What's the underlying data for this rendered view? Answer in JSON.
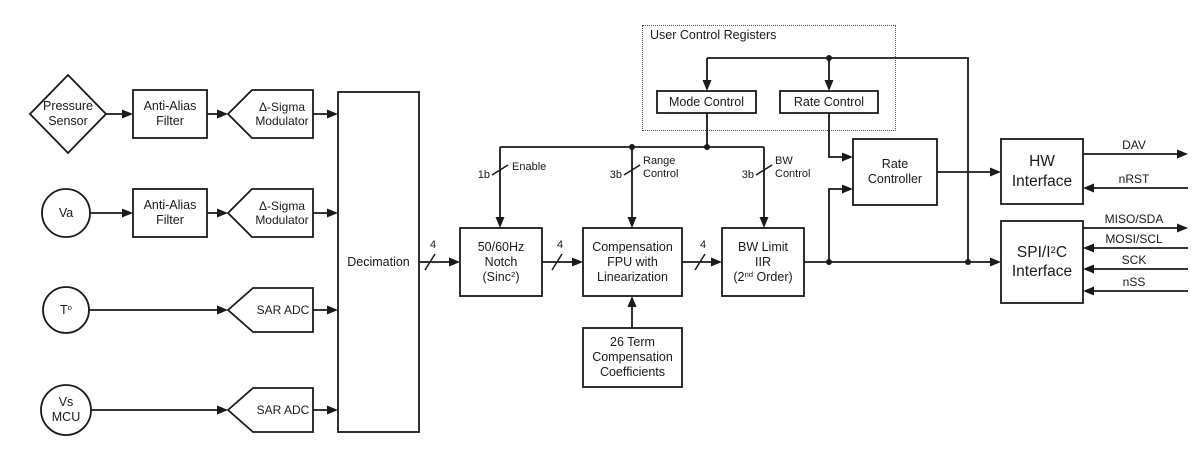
{
  "sources": {
    "pressure_l1": "Pressure",
    "pressure_l2": "Sensor",
    "va": "Va",
    "t_main": "T",
    "t_sup": "o",
    "vs_l1": "Vs",
    "vs_l2": "MCU"
  },
  "blocks": {
    "aaf_l1": "Anti-Alias",
    "aaf_l2": "Filter",
    "dsm_l1": "Δ-Sigma",
    "dsm_l2": "Modulator",
    "sar": "SAR ADC",
    "decimation": "Decimation",
    "notch_l1": "50/60Hz",
    "notch_l2": "Notch",
    "notch_l3a": "(Sinc",
    "notch_l3sup": "2",
    "notch_l3b": ")",
    "comp_l1": "Compensation",
    "comp_l2": "FPU with",
    "comp_l3": "Linearization",
    "bw_l1": "BW Limit",
    "bw_l2": "IIR",
    "bw_l3a": "(2",
    "bw_l3sup": "nd",
    "bw_l3b": " Order)",
    "coeff_l1": "26 Term",
    "coeff_l2": "Compensation",
    "coeff_l3": "Coefficients",
    "ratectl_l1": "Rate",
    "ratectl_l2": "Controller",
    "hw_l1": "HW",
    "hw_l2": "Interface",
    "spi_l1a": "SPI/I",
    "spi_l1sup": "2",
    "spi_l1b": "C",
    "spi_l2": "Interface"
  },
  "registers": {
    "title": "User Control Registers",
    "mode": "Mode Control",
    "rate": "Rate Control"
  },
  "wire_labels": {
    "w4a": "4",
    "w4b": "4",
    "w4c": "4",
    "en_bits": "1b",
    "en": "Enable",
    "rg_bits": "3b",
    "rg_l1": "Range",
    "rg_l2": "Control",
    "bwc_bits": "3b",
    "bwc_l1": "BW",
    "bwc_l2": "Control"
  },
  "signals": {
    "dav": "DAV",
    "nrst": "nRST",
    "miso": "MISO/SDA",
    "mosi": "MOSI/SCL",
    "sck": "SCK",
    "nss": "nSS"
  },
  "colors": {
    "line": "#1a1a1a",
    "bg": "#ffffff"
  }
}
